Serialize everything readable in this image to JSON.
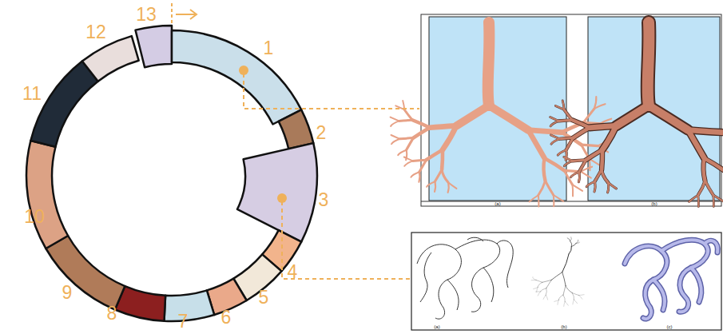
{
  "diagram": {
    "labels": [
      "13",
      "1",
      "2",
      "3",
      "4",
      "5",
      "6",
      "7",
      "8",
      "9",
      "10",
      "11",
      "12",
      "(a)",
      "(b)",
      "(a)",
      "(b)",
      "(c)"
    ]
  }
}
